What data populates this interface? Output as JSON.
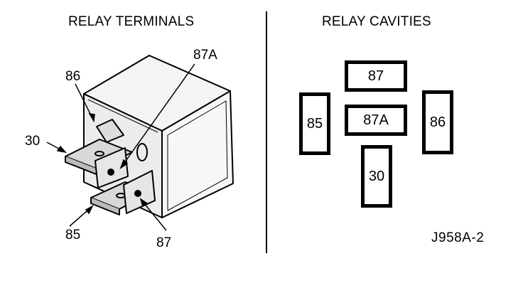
{
  "left_panel": {
    "title": "RELAY TERMINALS",
    "terminal_labels": {
      "t86": "86",
      "t87a": "87A",
      "t30": "30",
      "t85": "85",
      "t87": "87"
    }
  },
  "right_panel": {
    "title": "RELAY CAVITIES",
    "cavities": {
      "c87": "87",
      "c85": "85",
      "c87a": "87A",
      "c86": "86",
      "c30": "30"
    }
  },
  "figure_code": "J958A-2"
}
